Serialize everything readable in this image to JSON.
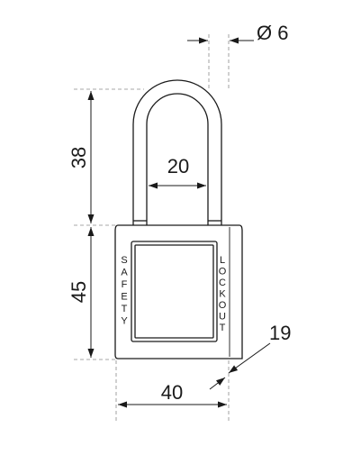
{
  "drawing": {
    "dimensions": {
      "shackle_diameter": "Ø 6",
      "shackle_height": "38",
      "shackle_clearance": "20",
      "body_height": "45",
      "body_width": "40",
      "body_thickness": "19"
    },
    "body_text": {
      "left_vertical": "SAFETY",
      "right_vertical": "LOCKOUT"
    },
    "colors": {
      "line": "#1a1a1a",
      "dash": "#8a8a8a"
    }
  }
}
